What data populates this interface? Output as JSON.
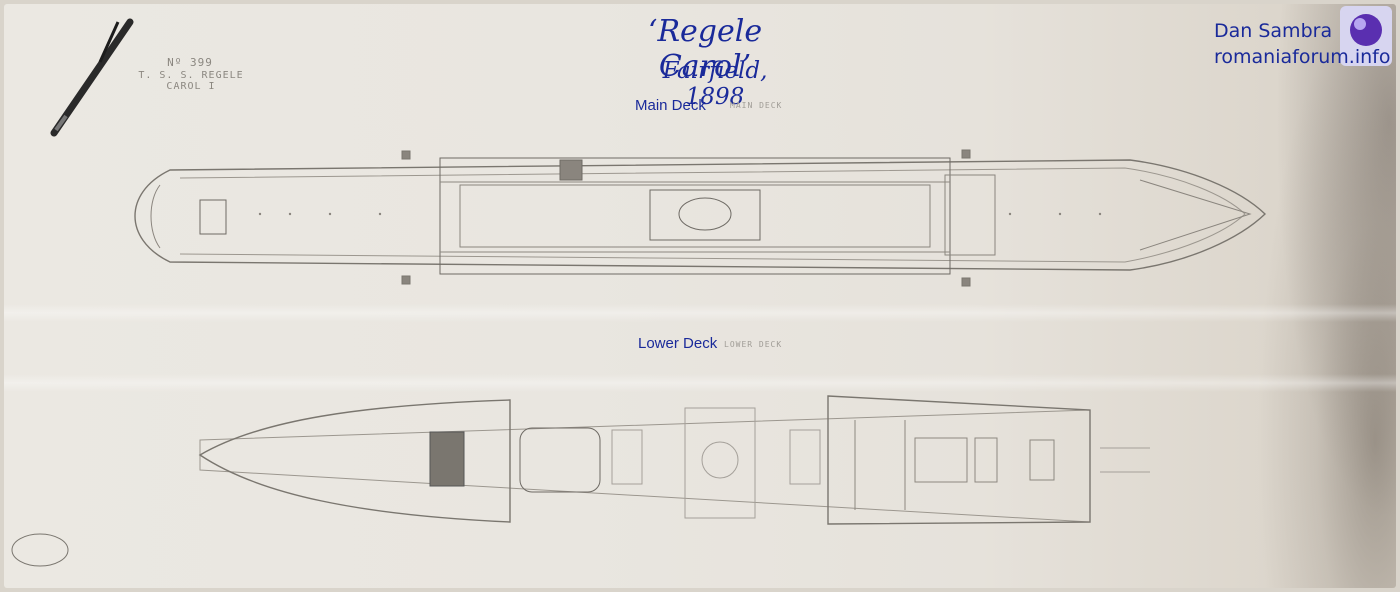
{
  "sheet": {
    "plan_number": "Nº 399",
    "plan_name": "T. S. S. REGELE CAROL I",
    "main_deck_stamp": "MAIN DECK",
    "lower_deck_stamp": "LOWER DECK"
  },
  "title": {
    "ship": "‘Regele Carol’",
    "builder": "Fairfield, 1898"
  },
  "labels": {
    "main_deck": "Main Deck",
    "lower_deck": "Lower Deck"
  },
  "credit": {
    "author": "Dan Sambra",
    "site": "romaniaforum.info"
  },
  "colors": {
    "label_blue": "#1a2a9a",
    "paper": "#e9e6e0",
    "ink": "#6e6a64"
  },
  "icons": [
    "pen-icon",
    "logo-sphere-icon",
    "stamp-oval-icon"
  ]
}
